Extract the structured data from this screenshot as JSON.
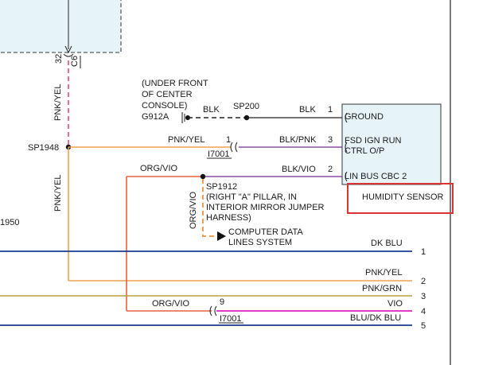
{
  "connector": {
    "pin": "32",
    "id": "C6"
  },
  "splices": {
    "sp1948": "SP1948",
    "sp200": "SP200",
    "sp1912": "SP1912",
    "left_cut": "1950"
  },
  "ground": {
    "note": [
      "(UNDER FRONT",
      "OF CENTER",
      "CONSOLE)"
    ],
    "eyelet": "G912A",
    "wire_left": "BLK",
    "wire_right": "BLK"
  },
  "sp1912_note": [
    "(RIGHT \"A\" PILLAR, IN",
    "INTERIOR MIRROR JUMPER",
    "HARNESS)"
  ],
  "wires": {
    "pnk_yel": "PNK/YEL",
    "blk_pnk": "BLK/PNK",
    "org_vio": "ORG/VIO",
    "blk_vio": "BLK/VIO",
    "dk_blu": "DK BLU",
    "pnk_grn": "PNK/GRN",
    "vio": "VIO",
    "blu_dk_blu": "BLU/DK BLU"
  },
  "inline_connector": "I7001",
  "inline_pins": {
    "pnk_yel": "1",
    "org_vio": "9"
  },
  "computer_data": [
    "COMPUTER DATA",
    "LINES SYSTEM"
  ],
  "sensor": {
    "title": "HUMIDITY SENSOR",
    "pins": [
      {
        "num": "1",
        "label": "GROUND"
      },
      {
        "num": "3",
        "label": "FSD IGN RUN"
      },
      {
        "num": "2",
        "label": "LIN BUS CBC 2"
      }
    ],
    "pin3_line2": "CTRL O/P"
  },
  "right_pins": [
    "1",
    "2",
    "3",
    "4",
    "5"
  ],
  "colors": {
    "pink_dash": "#f06a9a",
    "orange": "#f0a050",
    "orange_red": "#e8603a",
    "purple": "#8a4fa0",
    "dark_blue": "#1a3a8c",
    "magenta": "#e020c0",
    "olive": "#b8a040",
    "highlight": "#d93535",
    "sensor_fill": "#e6f4fa"
  }
}
